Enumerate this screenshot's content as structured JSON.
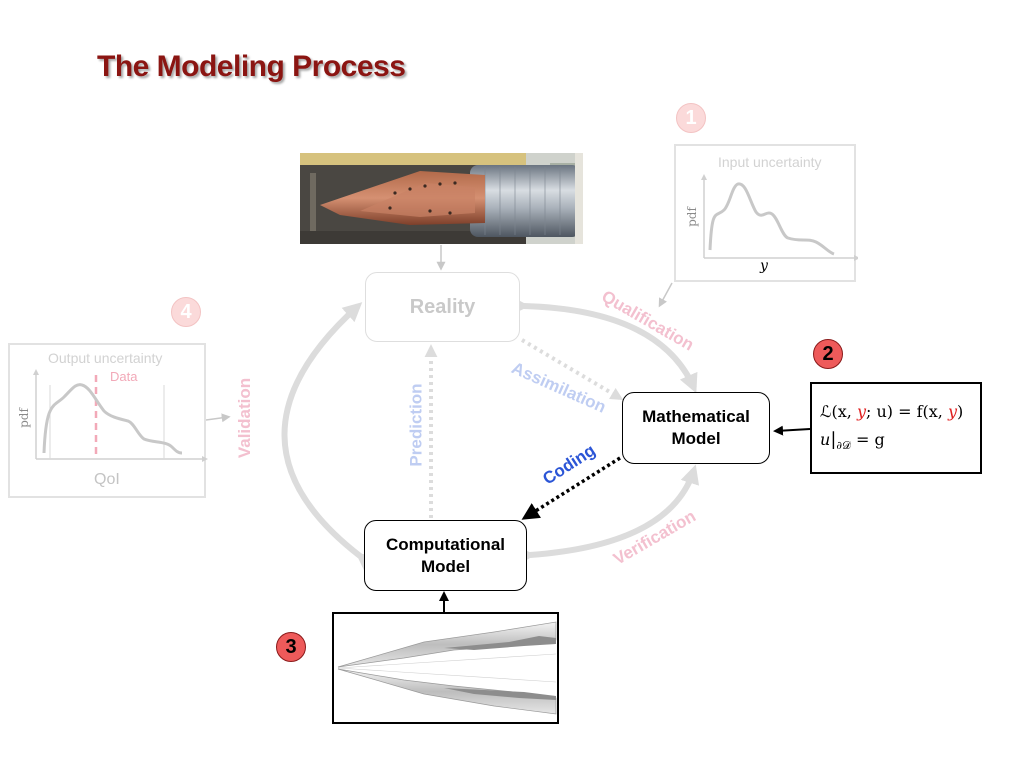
{
  "title": "The Modeling Process",
  "nodes": {
    "reality": "Reality",
    "mathematical": [
      "Mathematical",
      "Model"
    ],
    "computational": [
      "Computational",
      "Model"
    ]
  },
  "badges": {
    "b1": "1",
    "b2": "2",
    "b3": "3",
    "b4": "4"
  },
  "edges": {
    "qualification": "Qualification",
    "assimilation": "Assimilation",
    "coding": "Coding",
    "verification": "Verification",
    "validation": "Validation",
    "prediction": "Prediction"
  },
  "input_plot": {
    "title": "Input uncertainty",
    "ylabel": "pdf",
    "xlabel": "y"
  },
  "output_plot": {
    "title": "Output uncertainty",
    "data_label": "Data",
    "ylabel": "pdf",
    "xlabel": "QoI"
  },
  "equation": {
    "l1_a": "ℒ(x, ",
    "l1_y": "y",
    "l1_b": "; u) = f(x, ",
    "l1_y2": "y",
    "l1_c": ")",
    "l2_u": "u",
    "l2_sub": "∂𝒟",
    "l2_rest": " = g"
  },
  "colors": {
    "title": "#8b1512",
    "qualification": "#f3c0cf",
    "assimilation": "#bfcdf2",
    "coding": "#2b55d6",
    "verification": "#f3c0cf",
    "validation": "#f3c0cf",
    "prediction": "#bfcdf2",
    "badge_active": "#ee5a5a",
    "badge_faded": "#fbdada"
  }
}
